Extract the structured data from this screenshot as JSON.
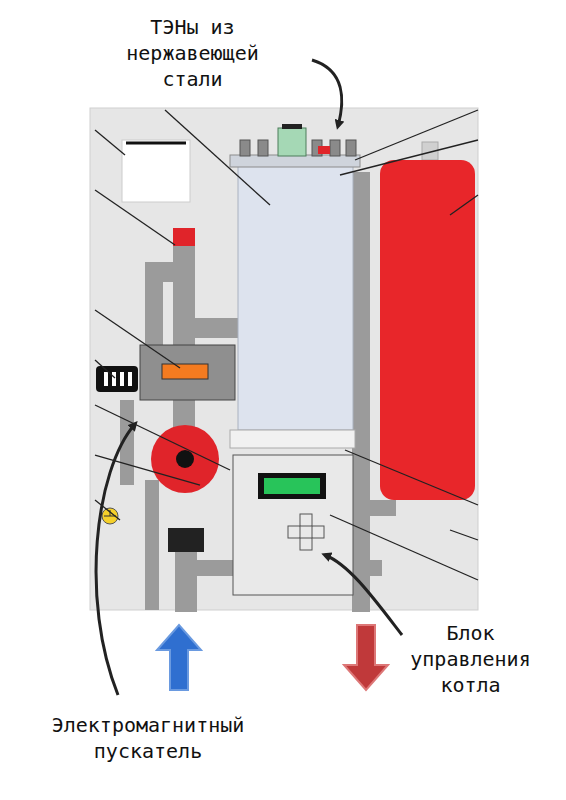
{
  "diagram": {
    "labels": [
      "ТЭНы из нержавеющей стали",
      "Электромагнитный пускатель",
      "Блок управления котла"
    ]
  }
}
